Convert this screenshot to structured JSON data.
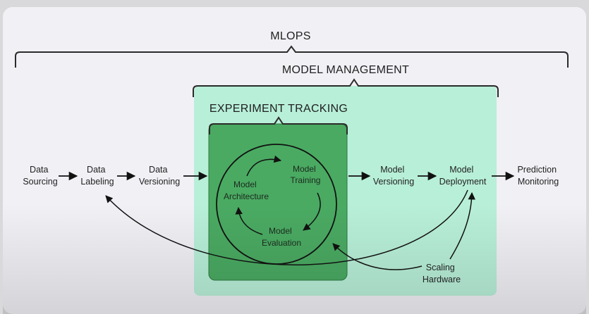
{
  "titles": {
    "mlops": "MLOPS",
    "model_management": "MODEL MANAGEMENT",
    "experiment_tracking": "EXPERIMENT TRACKING"
  },
  "stages": {
    "data_sourcing": [
      "Data",
      "Sourcing"
    ],
    "data_labeling": [
      "Data",
      "Labeling"
    ],
    "data_versioning": [
      "Data",
      "Versioning"
    ],
    "model_versioning": [
      "Model",
      "Versioning"
    ],
    "model_deployment": [
      "Model",
      "Deployment"
    ],
    "prediction_monitoring": [
      "Prediction",
      "Monitoring"
    ],
    "scaling_hardware": [
      "Scaling",
      "Hardware"
    ]
  },
  "cycle": {
    "model_training": [
      "Model",
      "Training"
    ],
    "model_architecture": [
      "Model",
      "Architecture"
    ],
    "model_evaluation": [
      "Model",
      "Evaluation"
    ]
  },
  "colors": {
    "outer_panel": "#f1f0f5",
    "model_management_fill": "#b8efd8",
    "experiment_tracking_fill": "#4aaa62",
    "text": "#1f1f1f"
  }
}
